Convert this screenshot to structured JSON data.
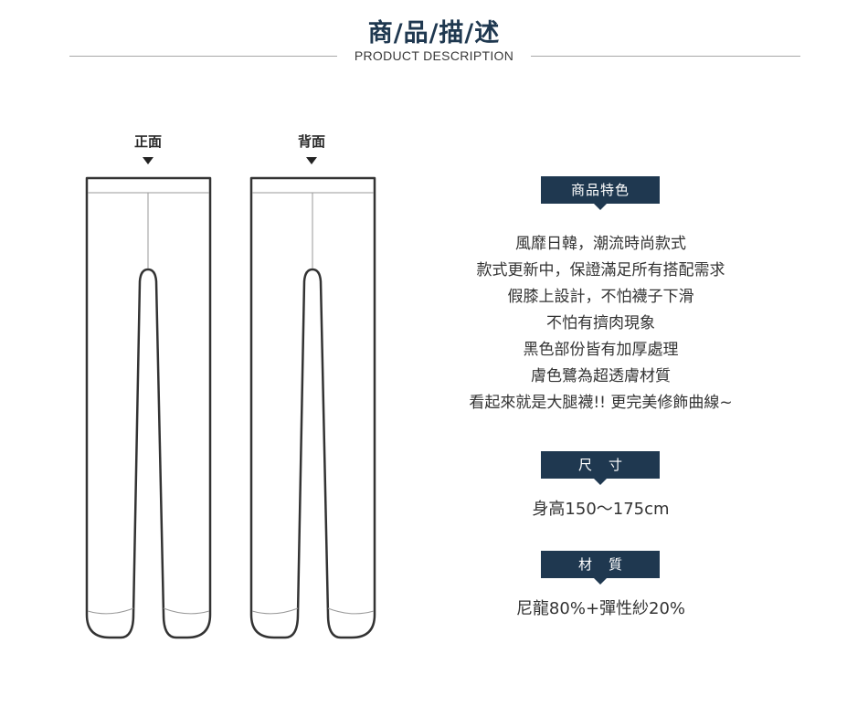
{
  "header": {
    "title_cn": "商/品/描/述",
    "title_en": "PRODUCT DESCRIPTION"
  },
  "views": {
    "front_label": "正面",
    "back_label": "背面"
  },
  "features": {
    "badge": "商品特色",
    "lines": [
      "風靡日韓，潮流時尚款式",
      "款式更新中，保證滿足所有搭配需求",
      "假膝上設計，不怕襪子下滑",
      "不怕有擠肉現象",
      "黑色部份皆有加厚處理",
      "膚色鷺為超透膚材質",
      "看起來就是大腿襪!! 更完美修飾曲線~"
    ]
  },
  "size": {
    "badge": "尺寸",
    "value": "身高150～175cm"
  },
  "material": {
    "badge": "材質",
    "value": "尼龍80%+彈性紗20%"
  },
  "colors": {
    "accent": "#1f3850",
    "outline": "#333333",
    "line": "#a8a8a8"
  }
}
